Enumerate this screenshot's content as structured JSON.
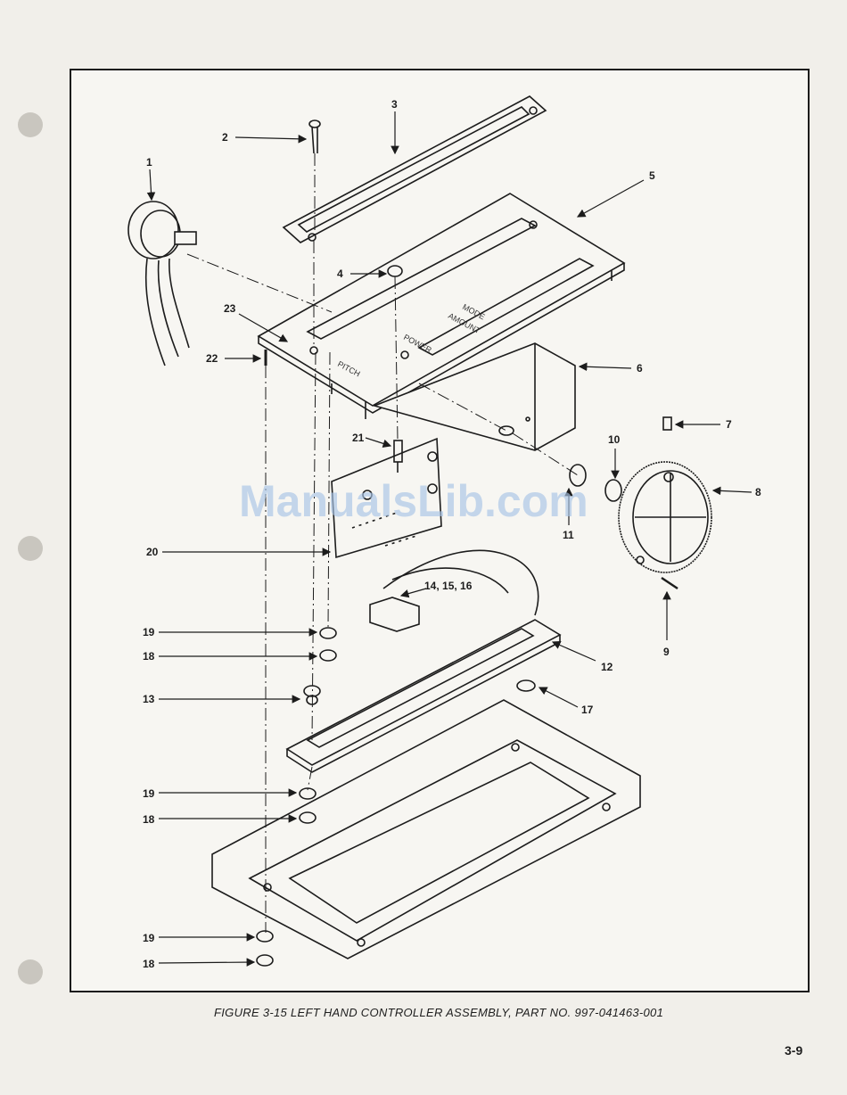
{
  "figure": {
    "caption": "FIGURE 3-15   LEFT HAND CONTROLLER ASSEMBLY, PART NO. 997-041463-001",
    "page_number": "3-9",
    "watermark": "ManualsLib.com"
  },
  "panel_labels": {
    "pitch": "PITCH",
    "power": "POWER",
    "amount": "AMOUNT",
    "mode": "MODE"
  },
  "callouts": [
    {
      "id": "c1",
      "label": "1"
    },
    {
      "id": "c2",
      "label": "2"
    },
    {
      "id": "c3",
      "label": "3"
    },
    {
      "id": "c4",
      "label": "4"
    },
    {
      "id": "c5",
      "label": "5"
    },
    {
      "id": "c6",
      "label": "6"
    },
    {
      "id": "c7",
      "label": "7"
    },
    {
      "id": "c8",
      "label": "8"
    },
    {
      "id": "c9",
      "label": "9"
    },
    {
      "id": "c10",
      "label": "10"
    },
    {
      "id": "c11",
      "label": "11"
    },
    {
      "id": "c12",
      "label": "12"
    },
    {
      "id": "c13",
      "label": "13"
    },
    {
      "id": "c14",
      "label": "14, 15, 16"
    },
    {
      "id": "c17",
      "label": "17"
    },
    {
      "id": "c18a",
      "label": "18"
    },
    {
      "id": "c18b",
      "label": "18"
    },
    {
      "id": "c18c",
      "label": "18"
    },
    {
      "id": "c19a",
      "label": "19"
    },
    {
      "id": "c19b",
      "label": "19"
    },
    {
      "id": "c19c",
      "label": "19"
    },
    {
      "id": "c20",
      "label": "20"
    },
    {
      "id": "c21",
      "label": "21"
    },
    {
      "id": "c22",
      "label": "22"
    },
    {
      "id": "c23",
      "label": "23"
    }
  ]
}
